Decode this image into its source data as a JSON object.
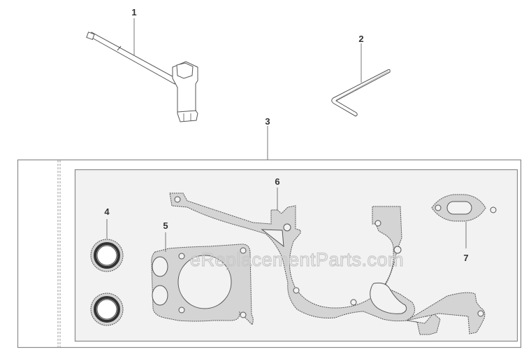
{
  "diagram": {
    "type": "exploded-parts-diagram",
    "watermark": "eReplacementParts.com",
    "colors": {
      "background": "#ffffff",
      "bag_fill": "#f2f2f2",
      "bag_border": "#8a8a8a",
      "gasket_fill": "#d4d4d4",
      "outline": "#555555",
      "callout_text": "#333333",
      "leader": "#777777"
    },
    "callouts": [
      {
        "id": "1",
        "label": "1",
        "part": "combination-wrench"
      },
      {
        "id": "2",
        "label": "2",
        "part": "hex-key"
      },
      {
        "id": "3",
        "label": "3",
        "part": "gasket-kit-bag"
      },
      {
        "id": "4",
        "label": "4",
        "part": "seal-rings"
      },
      {
        "id": "5",
        "label": "5",
        "part": "cylinder-gasket"
      },
      {
        "id": "6",
        "label": "6",
        "part": "crankcase-gasket"
      },
      {
        "id": "7",
        "label": "7",
        "part": "muffler-gasket"
      }
    ]
  }
}
